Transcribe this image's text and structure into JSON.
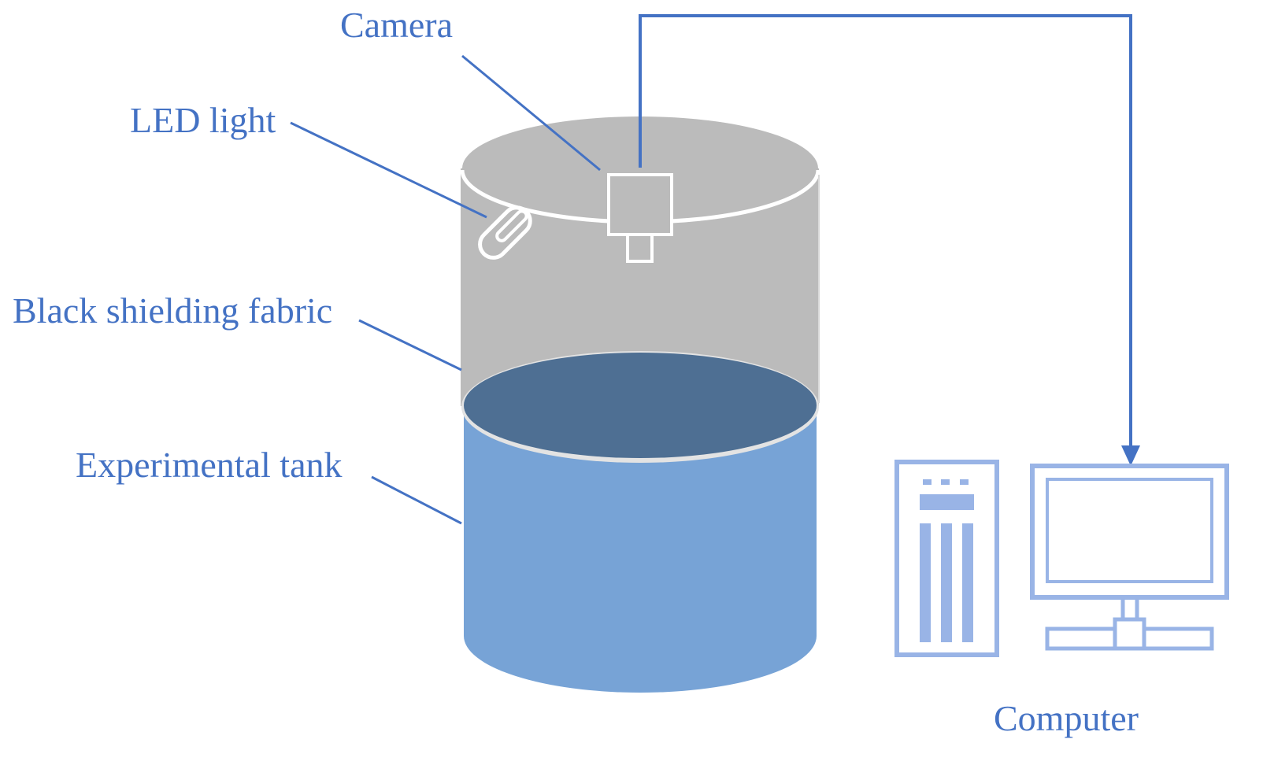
{
  "labels": {
    "camera": "Camera",
    "led_light": "LED light",
    "black_shielding_fabric": "Black shielding fabric",
    "experimental_tank": "Experimental tank",
    "computer": "Computer"
  },
  "colors": {
    "label_text": "#4472C4",
    "leader_line": "#4472C4",
    "fabric_gray": "#BBBBBB",
    "water_surface": "#4E6F93",
    "tank_blue": "#77A3D6",
    "computer_blue": "#99B4E6",
    "outline_white": "#FFFFFF"
  },
  "icons": {
    "camera": "camera-icon",
    "led": "led-light-icon",
    "tower": "computer-tower-icon",
    "monitor": "monitor-icon"
  }
}
